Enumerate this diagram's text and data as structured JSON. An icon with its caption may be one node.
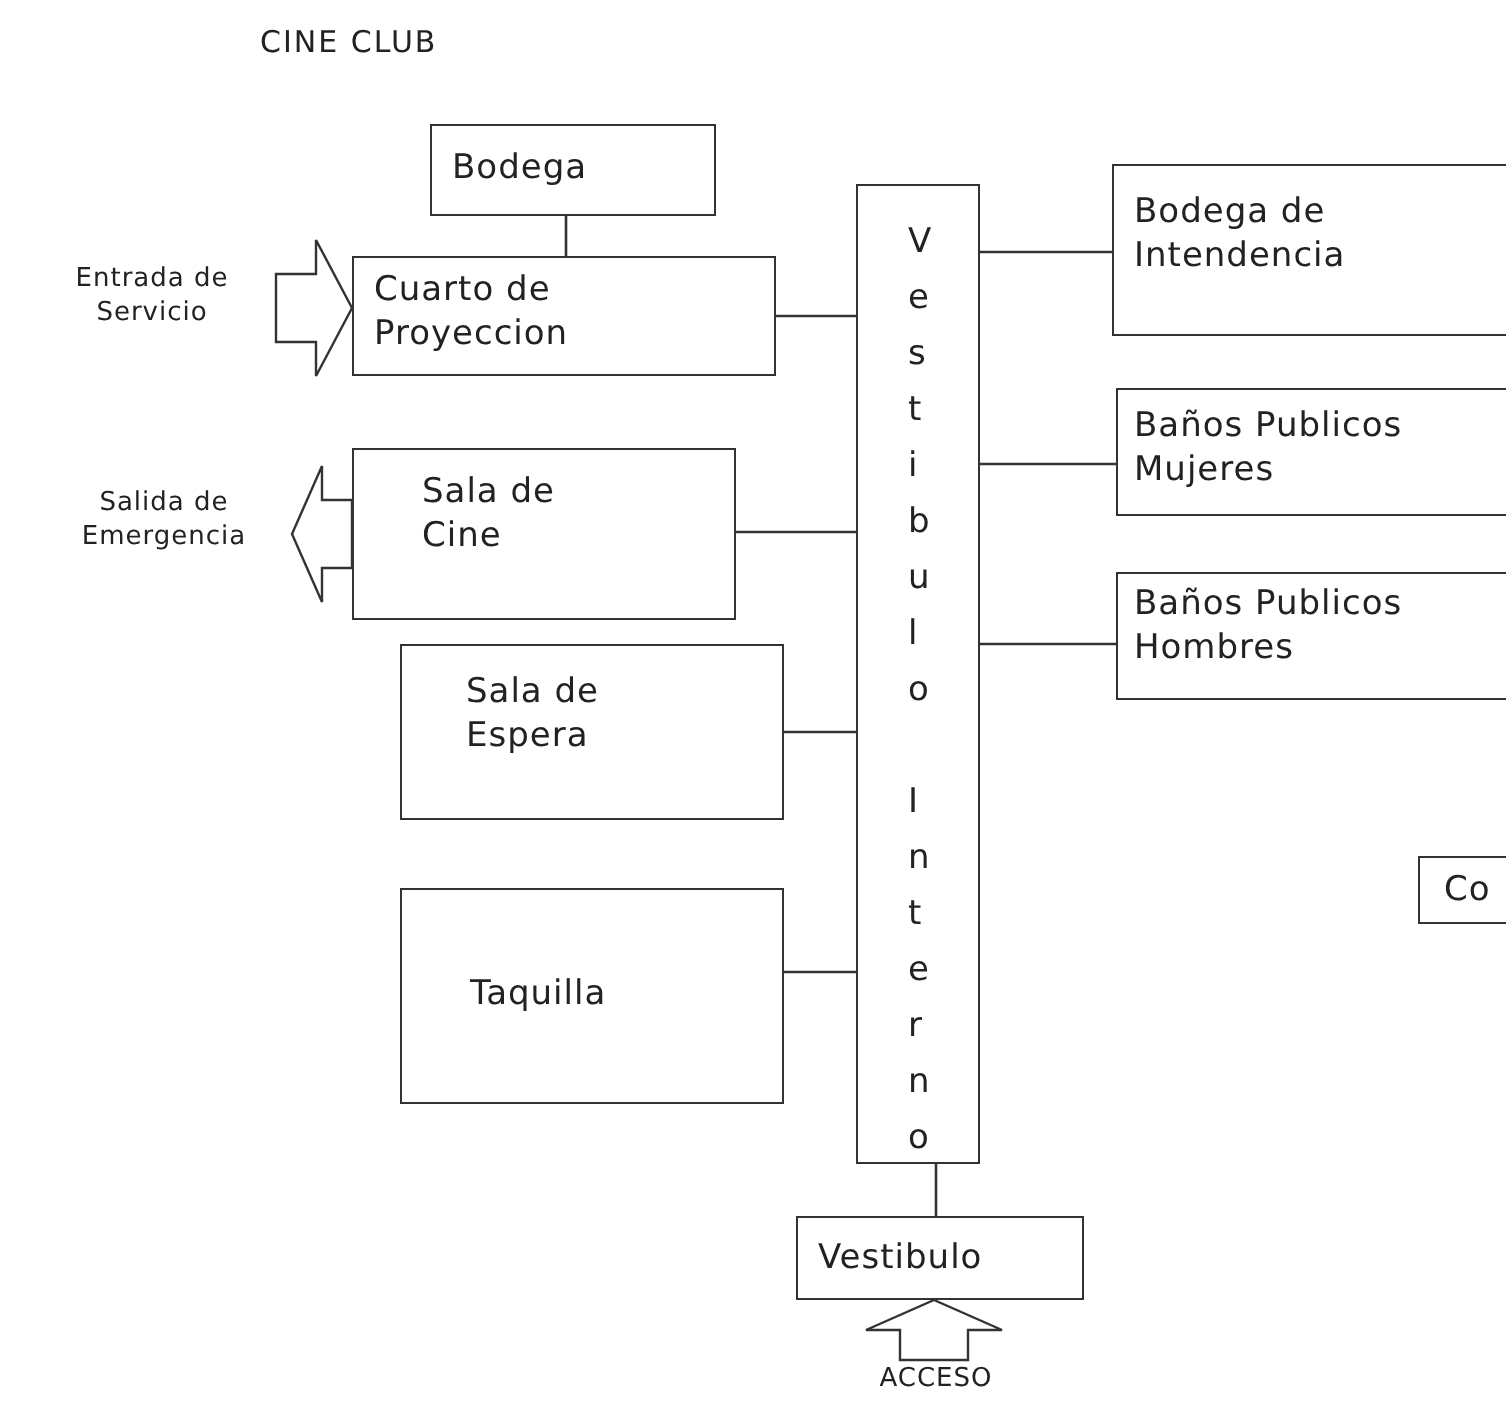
{
  "diagram": {
    "title": "CINE CLUB",
    "nodes": [
      {
        "text": [
          "Bodega"
        ]
      },
      {
        "text": [
          "Cuarto de Proyeccion"
        ]
      },
      {
        "text": [
          "Vestibulo Interno"
        ]
      },
      {
        "text": [
          "Sala de Cine"
        ]
      },
      {
        "text": [
          "Sala de Espera"
        ]
      },
      {
        "text": [
          "Taquilla"
        ]
      },
      {
        "text": [
          "Bodega de Intendencia"
        ]
      },
      {
        "text": [
          "Baños Publicos Mujeres"
        ]
      },
      {
        "text": [
          "Baños Publicos Hombres"
        ]
      },
      {
        "text": [
          "Co"
        ]
      },
      {
        "text": [
          "Vestibulo"
        ]
      },
      {
        "text": [
          "Entrada de Servicio"
        ]
      },
      {
        "text": [
          "Salida de Emergencia"
        ]
      },
      {
        "text": [
          "ACCESO"
        ]
      }
    ],
    "edges": [
      {
        "from": 0,
        "to": 1,
        "arrow": "none"
      },
      {
        "from": 1,
        "to": 2,
        "arrow": "none"
      },
      {
        "from": 3,
        "to": 2,
        "arrow": "none"
      },
      {
        "from": 4,
        "to": 2,
        "arrow": "none"
      },
      {
        "from": 5,
        "to": 2,
        "arrow": "none"
      },
      {
        "from": 2,
        "to": 6,
        "arrow": "none"
      },
      {
        "from": 2,
        "to": 7,
        "arrow": "none"
      },
      {
        "from": 2,
        "to": 8,
        "arrow": "none"
      },
      {
        "from": 2,
        "to": 10,
        "arrow": "none"
      },
      {
        "from": 11,
        "to": 1,
        "arrow": "to",
        "style": "thick"
      },
      {
        "from": 3,
        "to": 12,
        "arrow": "to",
        "style": "thick"
      },
      {
        "from": 13,
        "to": 10,
        "arrow": "to",
        "style": "thick"
      }
    ]
  }
}
